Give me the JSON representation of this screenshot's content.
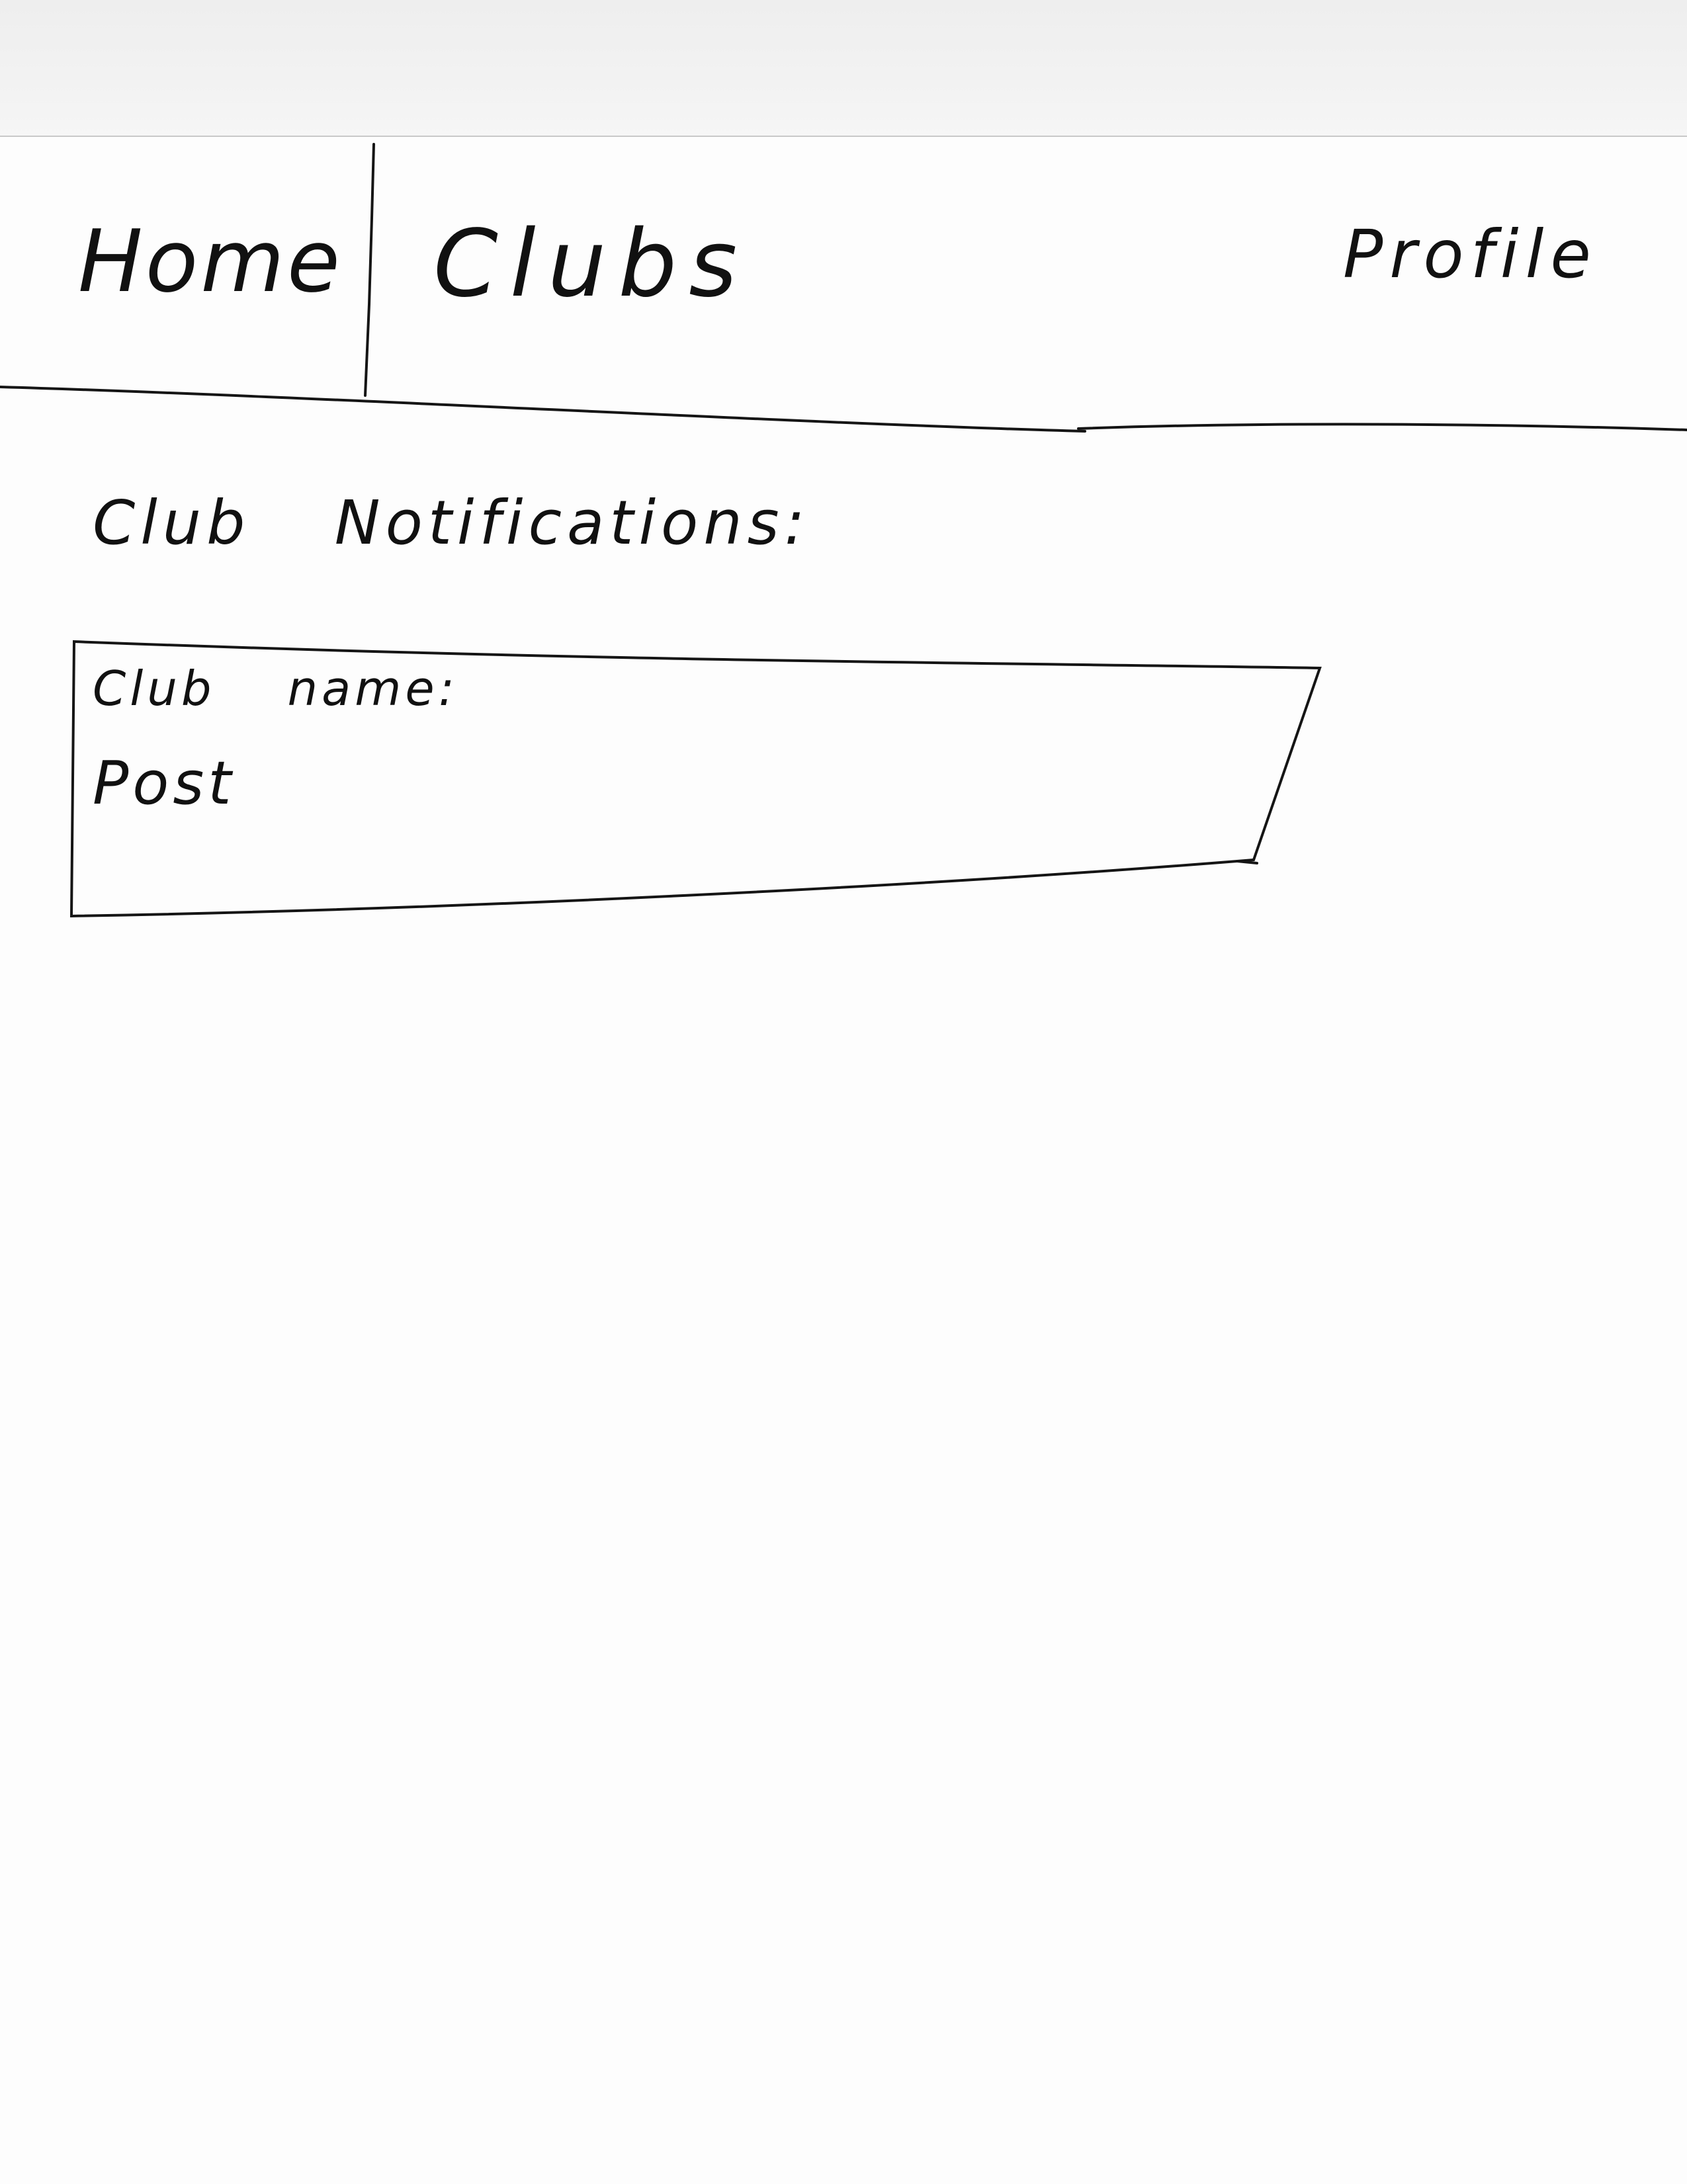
{
  "nav": {
    "home_label": "Home",
    "clubs_label": "Clubs",
    "profile_label": "Profile"
  },
  "main": {
    "section_title": "Club Notifications:",
    "notification": {
      "club_name_label": "Club name:",
      "post_label": "Post"
    }
  }
}
